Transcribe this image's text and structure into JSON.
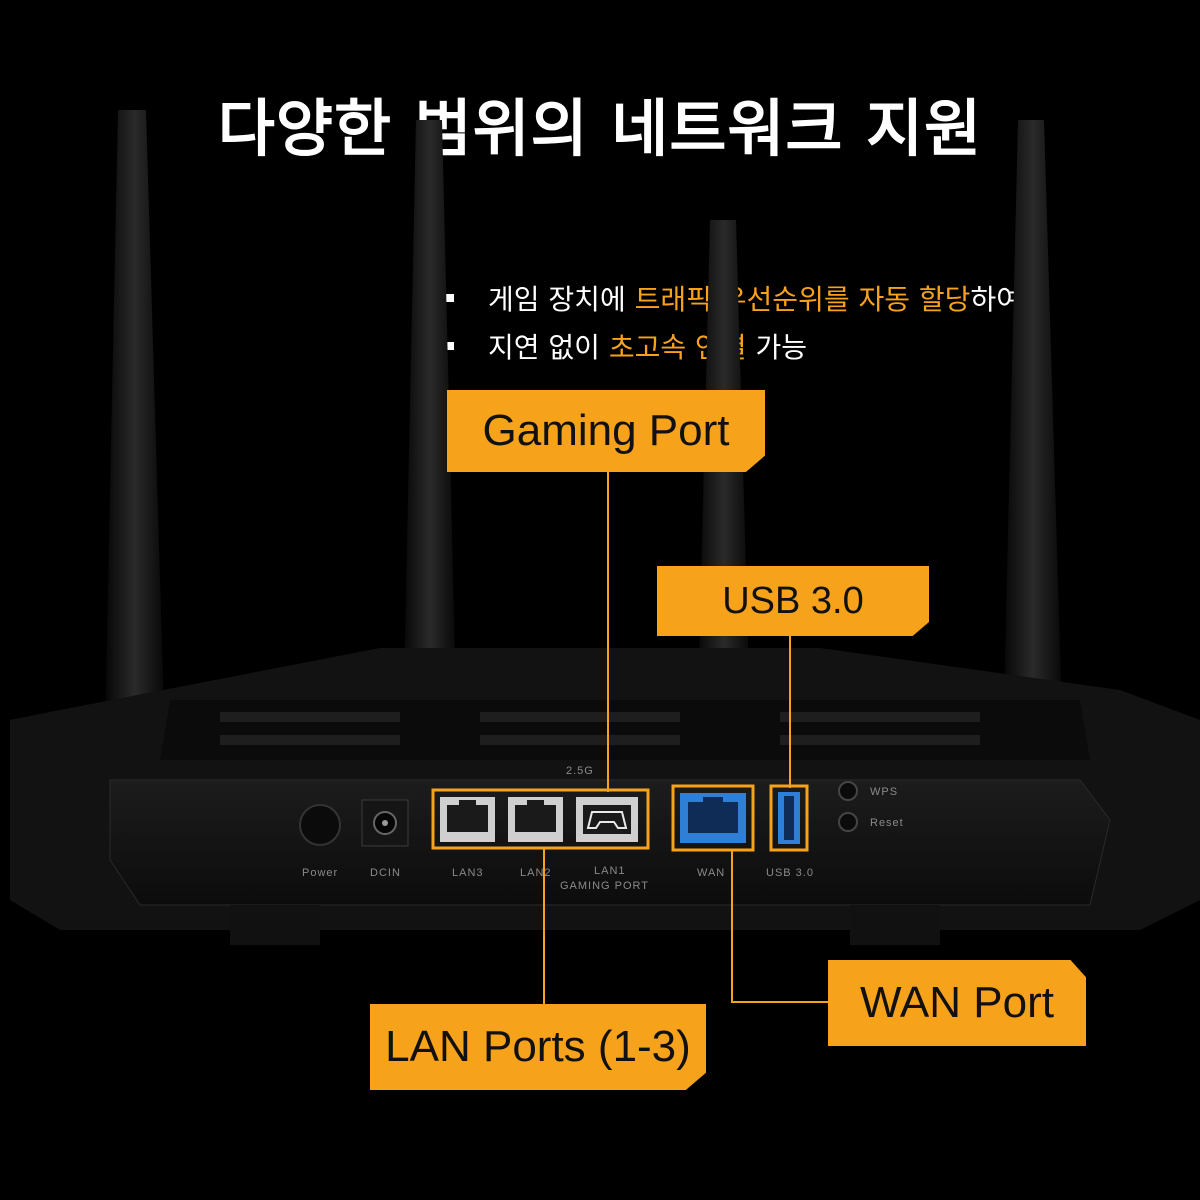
{
  "title": "다양한 범위의 네트워크 지원",
  "bullets": [
    {
      "pre": "게임 장치에 ",
      "highlight": "트래픽 우선순위를 자동 할당",
      "post": "하여"
    },
    {
      "pre": "지연 없이 ",
      "highlight": "초고속 연결",
      "post": " 가능"
    }
  ],
  "callouts": {
    "gaming_port": "Gaming Port",
    "usb": "USB 3.0",
    "lan_ports": "LAN Ports (1-3)",
    "wan_port": "WAN Port"
  },
  "router_labels": {
    "power": "Power",
    "dcin": "DCIN",
    "lan3": "LAN3",
    "lan2": "LAN2",
    "lan1": "LAN1",
    "gaming_port": "GAMING PORT",
    "wan": "WAN",
    "usb": "USB 3.0",
    "wps": "WPS",
    "reset": "Reset",
    "speed": "2.5G"
  },
  "colors": {
    "accent": "#f7a21b",
    "background": "#000000",
    "wan_port": "#2f7fd6"
  }
}
